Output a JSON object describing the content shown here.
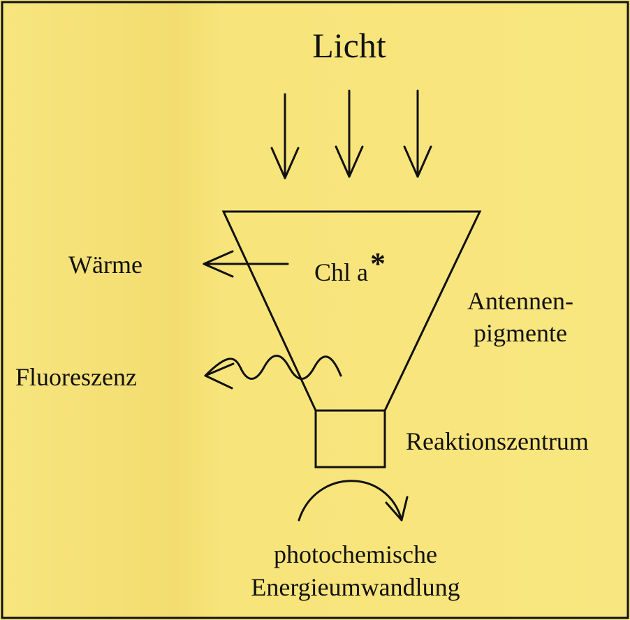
{
  "colors": {
    "background": "#f6e37a",
    "ink": "#111111"
  },
  "labels": {
    "light": "Licht",
    "heat": "Wärme",
    "chlorophyll": "Chl a",
    "chlorophyll_mark": "*",
    "antenna_line1": "Antennen-",
    "antenna_line2": "pigmente",
    "fluorescence": "Fluoreszenz",
    "reaction_center": "Reaktionszentrum",
    "output_line1": "photochemische",
    "output_line2": "Energieumwandlung"
  }
}
